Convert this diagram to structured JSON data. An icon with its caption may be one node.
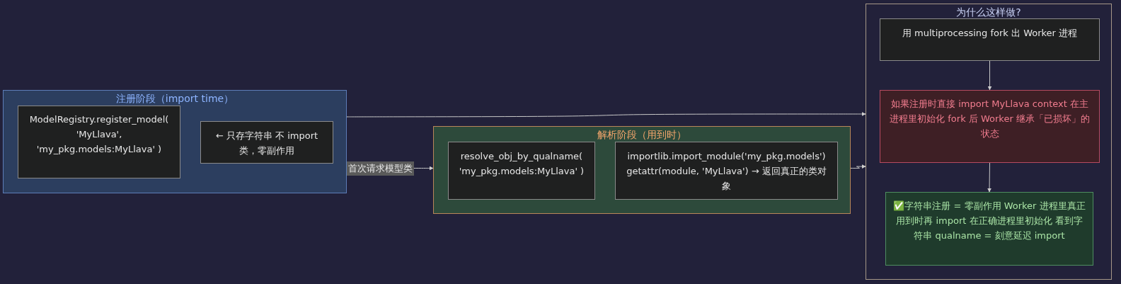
{
  "diagram": {
    "nodes": [
      {
        "text": [
          "注册阶段（import time）"
        ]
      },
      {
        "text": [
          "ModelRegistry.register_model( 'MyLlava', 'my_pkg.models:MyLlava' )"
        ],
        "in": 0
      },
      {
        "text": [
          "← 只存字符串 不 import 类，零副作用"
        ],
        "in": 0
      },
      {
        "text": [
          "解析阶段（用到时）"
        ]
      },
      {
        "text": [
          "resolve_obj_by_qualname( 'my_pkg.models:MyLlava' )"
        ],
        "in": 3
      },
      {
        "text": [
          "importlib.import_module('my_pkg.models') getattr(module, 'MyLlava') → 返回真正的类对象"
        ],
        "in": 3
      },
      {
        "text": [
          "为什么这样做?"
        ]
      },
      {
        "text": [
          "用 multiprocessing fork 出 Worker 进程"
        ],
        "in": 6
      },
      {
        "text": [
          "如果注册时直接 import MyLlava context 在主进程里初始化 fork 后 Worker 继承「已损坏」的状态"
        ],
        "in": 6
      },
      {
        "text": [
          "✅字符串注册 = 零副作用 Worker 进程里真正用到时再 import 在正确进程里初始化 看到字符串 qualname = 刻意延迟 import"
        ],
        "in": 6
      }
    ],
    "edges": [
      {
        "from": 0,
        "to": 6,
        "arrow": "to"
      },
      {
        "from": 0,
        "to": 3,
        "arrow": "to",
        "label": "首次请求模型类"
      },
      {
        "from": 3,
        "to": 6,
        "arrow": "to"
      },
      {
        "from": 7,
        "to": 8,
        "arrow": "to"
      },
      {
        "from": 8,
        "to": 9,
        "arrow": "to"
      }
    ]
  }
}
